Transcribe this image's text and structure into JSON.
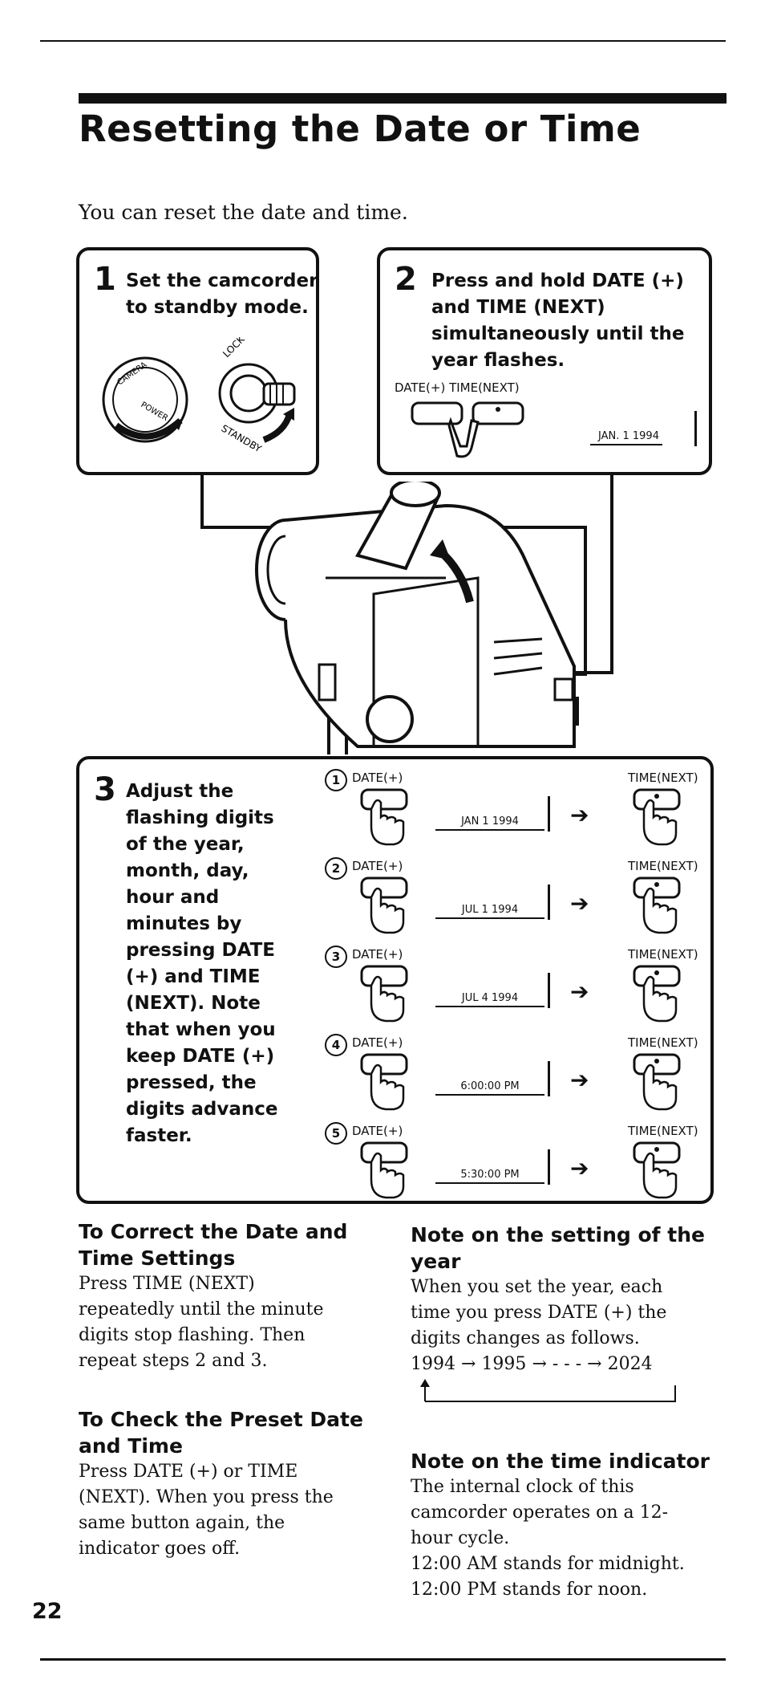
{
  "page": {
    "title": "Resetting the Date or Time",
    "intro": "You can reset the date and time.",
    "page_number": "22"
  },
  "step1": {
    "number": "1",
    "line1": "Set the camcorder",
    "line2": "to standby mode.",
    "dial_labels": {
      "camera": "CAMERA",
      "power": "POWER",
      "lock": "LOCK",
      "standby": "STANDBY"
    }
  },
  "step2": {
    "number": "2",
    "lines": [
      "Press and hold DATE (+)",
      "and TIME (NEXT)",
      "simultaneously until the",
      "year flashes."
    ],
    "buttons_label": "DATE(+) TIME(NEXT)",
    "display": "JAN. 1 1994"
  },
  "step3": {
    "number": "3",
    "lines": [
      "Adjust the",
      "flashing digits",
      "of the year,",
      "month, day,",
      "hour and",
      "minutes by",
      "pressing DATE",
      "(+) and TIME",
      "(NEXT). Note",
      "that when you",
      "keep DATE (+)",
      "pressed, the",
      "digits advance",
      "faster."
    ],
    "date_label": "DATE(+)",
    "time_label": "TIME(NEXT)",
    "rows": [
      {
        "index": "1",
        "display": "JAN 1 1994"
      },
      {
        "index": "2",
        "display": "JUL 1 1994"
      },
      {
        "index": "3",
        "display": "JUL 4 1994"
      },
      {
        "index": "4",
        "display": "6:00:00 PM"
      },
      {
        "index": "5",
        "display": "5:30:00 PM"
      }
    ]
  },
  "correct": {
    "heading_line1": "To Correct the Date and",
    "heading_line2": "Time Settings",
    "body": [
      "Press TIME (NEXT)",
      "repeatedly until the minute",
      "digits stop flashing.  Then",
      "repeat steps 2 and 3."
    ]
  },
  "check": {
    "heading_line1": "To Check the Preset Date",
    "heading_line2": "and Time",
    "body": [
      "Press DATE (+) or TIME",
      "(NEXT).  When  you press the",
      "same button again, the",
      "indicator goes off."
    ]
  },
  "note_year": {
    "heading_line1": "Note on the setting of the",
    "heading_line2": "year",
    "body": [
      "When you set the year, each",
      "time you press DATE (+) the",
      "digits changes as follows."
    ],
    "sequence": [
      "1994",
      "1995",
      "- - -",
      "2024"
    ]
  },
  "note_time": {
    "heading": "Note on the time indicator",
    "body": [
      "The internal clock of this",
      "camcorder operates on a 12-",
      "hour cycle.",
      "12:00 AM stands for midnight.",
      "12:00 PM stands for noon."
    ]
  }
}
